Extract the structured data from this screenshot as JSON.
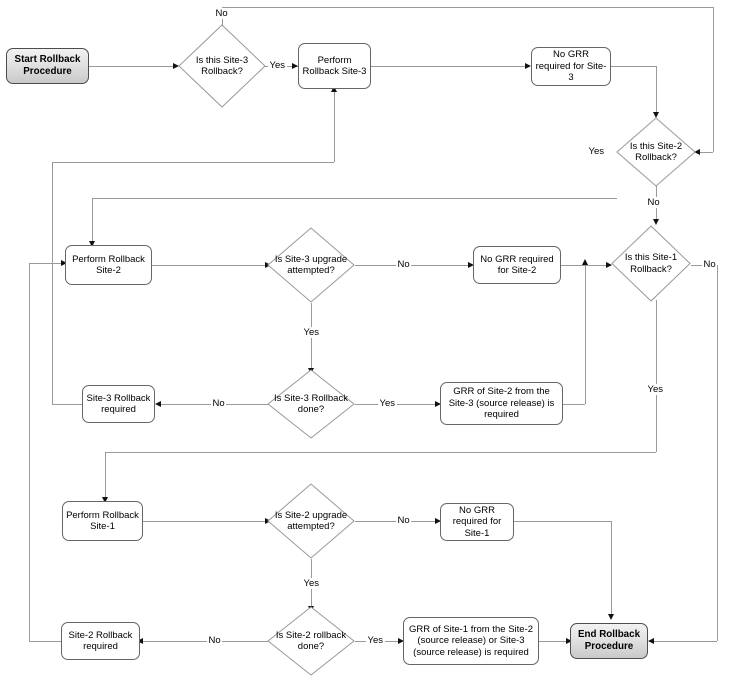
{
  "diagram": {
    "title": "Rollback Procedure Flowchart",
    "type": "flowchart",
    "colors": {
      "connector": "#9a9a9a",
      "node_border": "#666666",
      "node_fill": "#ffffff",
      "terminal_fill_top": "#f2f2f2",
      "terminal_fill_bottom": "#c9c9c9",
      "terminal_border": "#4d4d4d",
      "text": "#000000"
    },
    "nodes": [
      {
        "id": "start",
        "kind": "terminal",
        "label": "Start Rollback Procedure"
      },
      {
        "id": "q_site3",
        "kind": "decision",
        "label": "Is this Site-3 Rollback?"
      },
      {
        "id": "perform_rb3",
        "kind": "process",
        "label": "Perform Rollback Site-3"
      },
      {
        "id": "nogrr3",
        "kind": "process",
        "label": "No GRR required for Site-3"
      },
      {
        "id": "q_site2",
        "kind": "decision",
        "label": "Is this Site-2 Rollback?"
      },
      {
        "id": "perform_rb2",
        "kind": "process",
        "label": "Perform Rollback Site-2"
      },
      {
        "id": "q_up3",
        "kind": "decision",
        "label": "Is Site-3 upgrade attempted?"
      },
      {
        "id": "nogrr2",
        "kind": "process",
        "label": "No GRR required for Site-2"
      },
      {
        "id": "q_site1",
        "kind": "decision",
        "label": "Is this Site-1 Rollback?"
      },
      {
        "id": "rb3_req",
        "kind": "process",
        "label": "Site-3 Rollback required"
      },
      {
        "id": "q_rb3done",
        "kind": "decision",
        "label": "Is Site-3 Rollback done?"
      },
      {
        "id": "grr2",
        "kind": "process",
        "label": "GRR of Site-2 from the Site-3 (source release) is required"
      },
      {
        "id": "perform_rb1",
        "kind": "process",
        "label": "Perform Rollback Site-1"
      },
      {
        "id": "q_up2",
        "kind": "decision",
        "label": "Is Site-2 upgrade attempted?"
      },
      {
        "id": "nogrr1",
        "kind": "process",
        "label": "No GRR required for Site-1"
      },
      {
        "id": "rb2_req",
        "kind": "process",
        "label": "Site-2 Rollback required"
      },
      {
        "id": "q_rb2done",
        "kind": "decision",
        "label": "Is Site-2 rollback done?"
      },
      {
        "id": "grr1",
        "kind": "process",
        "label": "GRR of Site-1 from the Site-2 (source release) or Site-3 (source release) is required"
      },
      {
        "id": "end",
        "kind": "terminal",
        "label": "End Rollback Procedure"
      }
    ],
    "edge_labels": {
      "site3_no": "No",
      "site3_yes": "Yes",
      "site2_yes": "Yes",
      "site2_no": "No",
      "up3_no": "No",
      "up3_yes": "Yes",
      "rb3done_no": "No",
      "rb3done_yes": "Yes",
      "site1_no": "No",
      "site1_yes": "Yes",
      "up2_no": "No",
      "up2_yes": "Yes",
      "rb2done_no": "No",
      "rb2done_yes": "Yes"
    }
  }
}
